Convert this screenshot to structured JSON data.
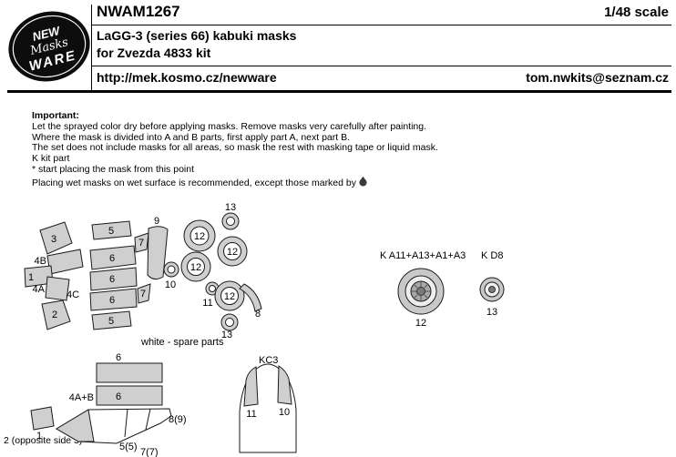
{
  "header": {
    "logo_line1": "NEW",
    "logo_line2": "Masks",
    "logo_line3": "WARE",
    "product_code": "NWAM1267",
    "scale": "1/48 scale",
    "title": "LaGG-3 (series 66) kabuki masks",
    "subtitle": "for Zvezda 4833 kit",
    "website": "http://mek.kosmo.cz/newware",
    "email": "tom.nwkits@seznam.cz"
  },
  "notes": {
    "heading": "Important:",
    "line1": "Let the sprayed color dry before applying masks. Remove masks very carefully after painting.",
    "line2": "Where the mask is divided into A and B parts, first apply part A, next part B.",
    "line3": "The set does not include masks for all areas, so mask the rest with masking tape or liquid mask.",
    "line4": "K kit part",
    "line5": "* start placing the mask from this point",
    "line6": "Placing wet masks on wet surface is recommended, except those marked by"
  },
  "diagram": {
    "spare_parts_note": "white - spare parts",
    "wheel_group_left_label": "K A11+A13+A1+A3",
    "wheel_group_right_label": "K D8",
    "kc3_label": "KC3",
    "opposite_note": "2 (opposite side 3)",
    "labels": {
      "p3": "3",
      "p4b": "4B",
      "p1": "1",
      "p4a": "4A",
      "p4c": "4C",
      "p2": "2",
      "p5a": "5",
      "p6a": "6",
      "p7a": "7",
      "p6b": "6",
      "p6c": "6",
      "p7b": "7",
      "p5b": "5",
      "p9": "9",
      "p13a": "13",
      "p12a": "12",
      "p12b": "12",
      "p12c": "12",
      "p10": "10",
      "p11": "11",
      "p12d": "12",
      "p13b": "13",
      "p8": "8",
      "w12": "12",
      "w13": "13",
      "s6a": "6",
      "s4ab": "4A+B",
      "s6b": "6",
      "s1": "1",
      "s8": "8(9)",
      "s5": "5(5)",
      "s7": "7(7)",
      "s11": "11",
      "s10": "10"
    }
  }
}
